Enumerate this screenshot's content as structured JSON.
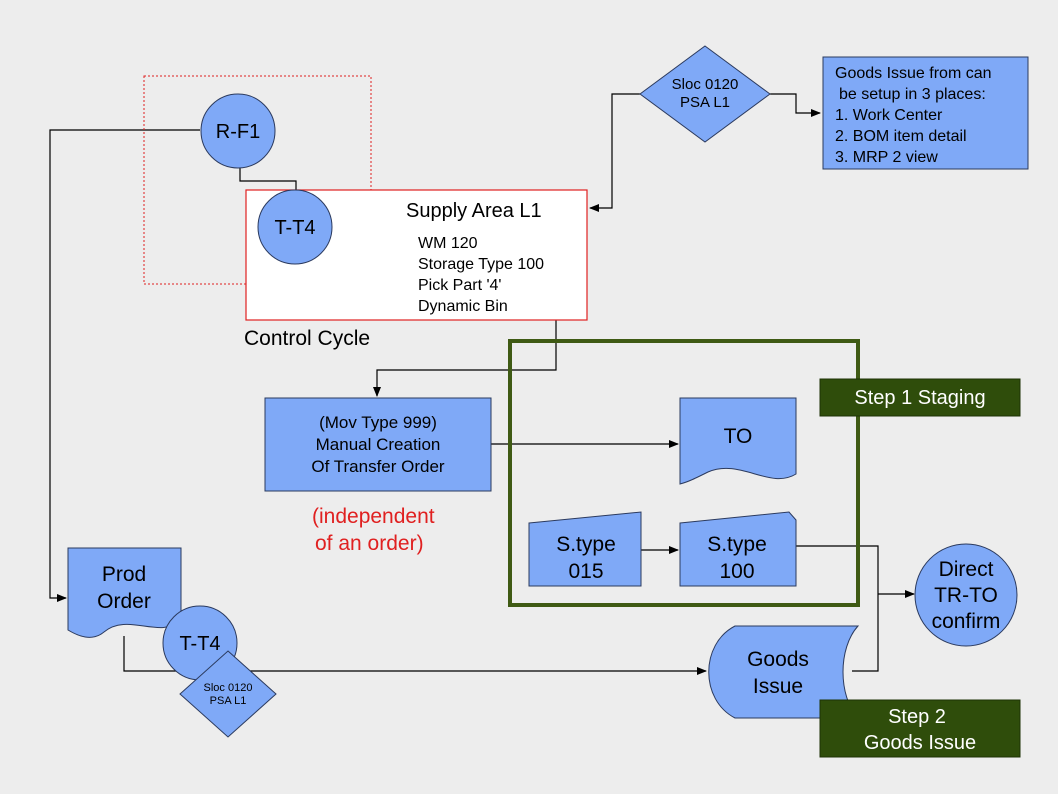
{
  "colors": {
    "background": "#ededed",
    "node_fill": "#7fa9f7",
    "node_stroke": "#2b3a5e",
    "supply_area_border": "#e02020",
    "control_cycle_dotted": "#e02020",
    "step_fill": "#2f4d0b",
    "step_frame": "#3f5a14",
    "note_red": "#e02020"
  },
  "control_cycle": {
    "label": "Control Cycle"
  },
  "supply_area": {
    "title": "Supply Area L1",
    "lines": [
      "WM 120",
      "Storage Type 100",
      "Pick Part '4'",
      "Dynamic Bin"
    ]
  },
  "nodes": {
    "rf1": "R-F1",
    "tt4_top": "T-T4",
    "tt4_bottom": "T-T4",
    "sloc_top": [
      "Sloc 0120",
      "PSA L1"
    ],
    "sloc_bottom": [
      "Sloc 0120",
      "PSA L1"
    ],
    "goods_issue_note": [
      "Goods Issue from can",
      "be setup in 3 places:",
      "1. Work Center",
      "2. BOM item detail",
      "3. MRP 2 view"
    ],
    "manual_to": [
      "(Mov Type 999)",
      "Manual Creation",
      "Of Transfer Order"
    ],
    "independent_note": [
      "(independent",
      "of an order)"
    ],
    "to_doc": "TO",
    "stype_015": [
      "S.type",
      "015"
    ],
    "stype_100": [
      "S.type",
      "100"
    ],
    "prod_order": [
      "Prod",
      "Order"
    ],
    "goods_issue": [
      "Goods",
      "Issue"
    ],
    "direct_confirm": [
      "Direct",
      "TR-TO",
      "confirm"
    ]
  },
  "steps": {
    "step1": "Step 1 Staging",
    "step2": [
      "Step 2",
      "Goods Issue"
    ]
  }
}
